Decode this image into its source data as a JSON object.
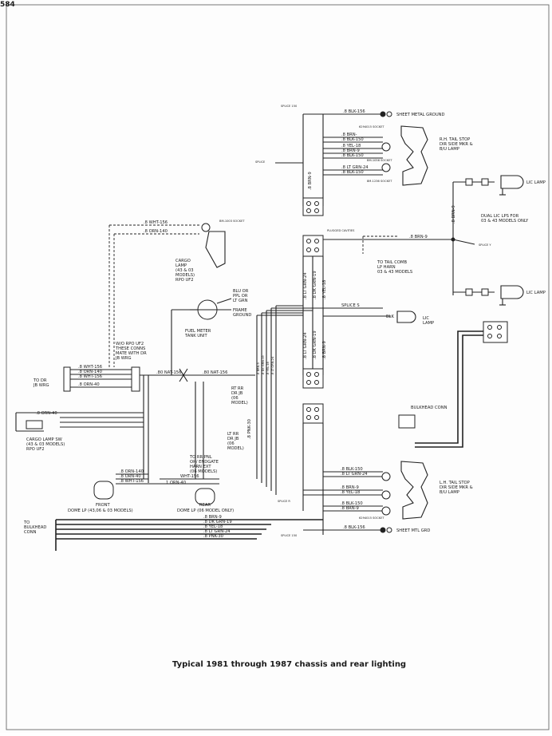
{
  "page_number": "584",
  "caption": "Typical 1981 through 1987 chassis and rear lighting",
  "labels": {
    "blk156_top": ".8 BLK-156",
    "sheet_metal_ground": "SHEET METAL GROUND",
    "splice150": "SPLICE 150",
    "socket_top": "6294015 SOCKET",
    "brn": ".8 BRN-",
    "blk150_a": ".8 BLK-150",
    "brn9_a": ".8 BRN-9",
    "yel18_a": ".8 YEL-18",
    "brn9_b": ".8 BRN-9",
    "blk150_b": ".8 BLK-150",
    "rh_tail": "R.H. TAIL STOP",
    "dir_side_mkr": "DIR SIDE MKR &",
    "bu_lamp": "B/U LAMP",
    "blk1056_socket": "BM-1056 SOCKET",
    "splice": "SPLICE",
    "lt_grn24_a": ".8 LT GRN-24",
    "blk150_c": ".8 BLK-150",
    "socket_8m": "8M-1236 SOCKET",
    "brn9_vert": ".8 BRN-9",
    "lic_lamp_top": "LIC LAMP",
    "lic_lamp_bot": "LIC LAMP",
    "dual_lic": "DUAL LIC LPS FOR",
    "dual_lic2": "03 & 43 MODELS ONLY",
    "brn9_c": ".8 BRN-9",
    "splice_y": "SPLICE Y",
    "plugged_cavities": "PLUGGED CAVITIES",
    "to_tail_comb": "TO TAIL COMB",
    "lp_harn": "LP HARN",
    "models_03_43": "03 & 43 MODELS",
    "wht156_a": ".8 WHT-156",
    "orn140_a": ".8 ORN-140",
    "socket_1003": "BM-1003 SOCKET",
    "cargo_lamp": "CARGO",
    "cargo_lamp2": "LAMP",
    "cargo_lamp3": "(43 & 03",
    "cargo_lamp4": "MODELS)",
    "cargo_lamp5": "RPO UF2",
    "blu_or": "BLU OR",
    "ppl_or": "PPL OR",
    "lt_grn": "LT GRN",
    "frame_ground": "FRAME",
    "frame_ground2": "GROUND",
    "fuel_meter": "FUEL METER",
    "tank_unit": "TANK UNIT",
    "lt_grn24_vert": ".8 LT GRN-24",
    "dk_grn19_vert": ".8 DK GRN-19",
    "yel18_vert": ".8 YEL-18",
    "splice_s": "SPLICE S",
    "blk": "BLK",
    "lic_lamp_mid": "LIC",
    "lic_lamp_mid2": "LAMP",
    "lt_grn24_vert2": ".8 LT GRN-24",
    "dk_grn19_vert2": ".8 DK GRN-19",
    "brn9_vert2": ".8 BRN-9",
    "bulkhead_conn": "BULKHEAD CONN",
    "wo_rpo": "W/O RPO UF2",
    "these_conn": "THESE CONNS",
    "mate_with": "MATE WITH DR",
    "jb_wrg": "JB WRG",
    "wht156_b": ".8 WHT-156",
    "orn140_b": ".8 ORN-140",
    "wht156_c": ".8 WHT-156",
    "orn40_a": ".8 ORN-40",
    "to_dr": "TO DR",
    "jb_wrg2": "JB WRG",
    "orn40_b": ".8 ORN-40",
    "cargo_lamp_sw": "CARGO LAMP SW",
    "cargo_lamp_sw2": "(43 & 03 MODELS)",
    "cargo_lamp_sw3": "RPO UF2",
    "nat156_a": ".80 NAT-156",
    "nat156_b": ".80 NAT-156",
    "rt_rr": "RT RR",
    "dr_jb": "DR JB",
    "models_06": "(06",
    "models_06b": "MODEL)",
    "lt_rr": "LT RR",
    "dr_jb2": "DR JB",
    "models_06c": "(06",
    "models_06d": "MODEL)",
    "pnk30_vert": ".8 PNK-30",
    "to_rr_pnl": "TO RR PNL",
    "or_endgate": "OR/ ENDGATE",
    "harn_ext": "HARN EXT",
    "models_06e": "(06 MODELS)",
    "wht156_d": "WHT-156",
    "orn140_c": ".8 ORN-140",
    "orn40_c": ".8 ORN-40",
    "wht156_e": ".8 WHT-156",
    "wht156_f": ".8 WHT-156",
    "orn40_d": "1 ORN-40",
    "front": "FRONT",
    "rear": "REAR",
    "dome_front": "DOME LP (43,06 & 03 MODELS)",
    "dome_rear": "DOME LP (06 MODEL ONLY)",
    "to_bulkhead": "TO",
    "to_bulkhead2": "BULKHEAD",
    "to_bulkhead3": "CONN",
    "brn9_d": ".8 BRN-9",
    "dk_grn19_d": ".8 DK GRN-19",
    "yel18_d": ".8 YEL-18",
    "lt_grn24_d": ".8 LT GRN-24",
    "pnk30_d": ".8 PNK-30",
    "blk150_d": ".8 BLK-150",
    "lt_grn24_e": ".8 LT GRN-24",
    "brn9_e": ".8 BRN-9",
    "yel18_e": ".8 YEL-18",
    "blk150_e": ".8 BLK-150",
    "brn9_f": ".8 BRN-9",
    "lh_tail": "L.H. TAIL STOP",
    "dir_side_mkr2": "DIR SIDE MKR &",
    "bu_lamp2": "B/U LAMP",
    "socket_bottom": "6294015 SOCKET",
    "blk156_bot": ".8 BLK-156",
    "sheet_mtl_grd": "SHEET MTL GRD",
    "splice_r": "SPLICE R",
    "splice_150b": "SPLICE 150"
  }
}
